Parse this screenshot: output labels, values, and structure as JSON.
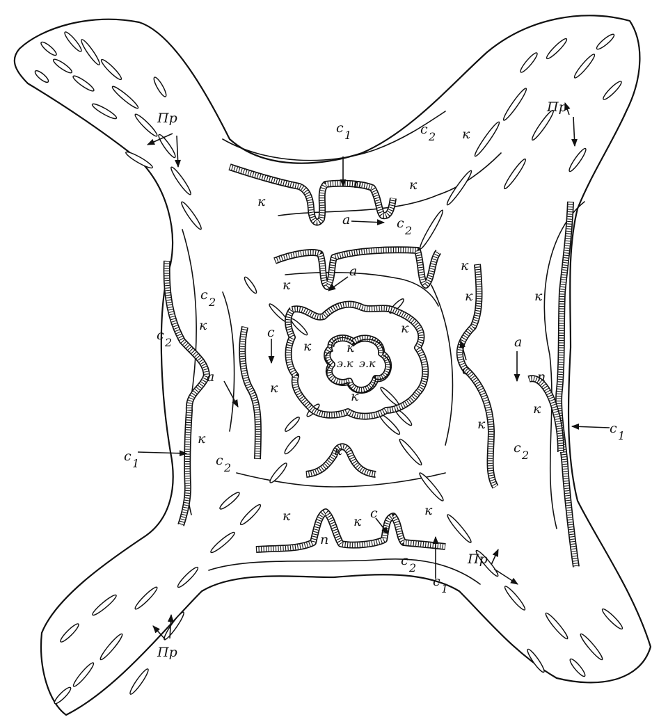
{
  "labels": {
    "pr": "Пр",
    "c": "с",
    "c1": "с",
    "c2": "с",
    "sub1": "1",
    "sub2": "2",
    "k": "к",
    "a": "а",
    "n": "п",
    "ek": "э.к"
  },
  "colors": {
    "ink": "#111111",
    "background": "#ffffff"
  }
}
